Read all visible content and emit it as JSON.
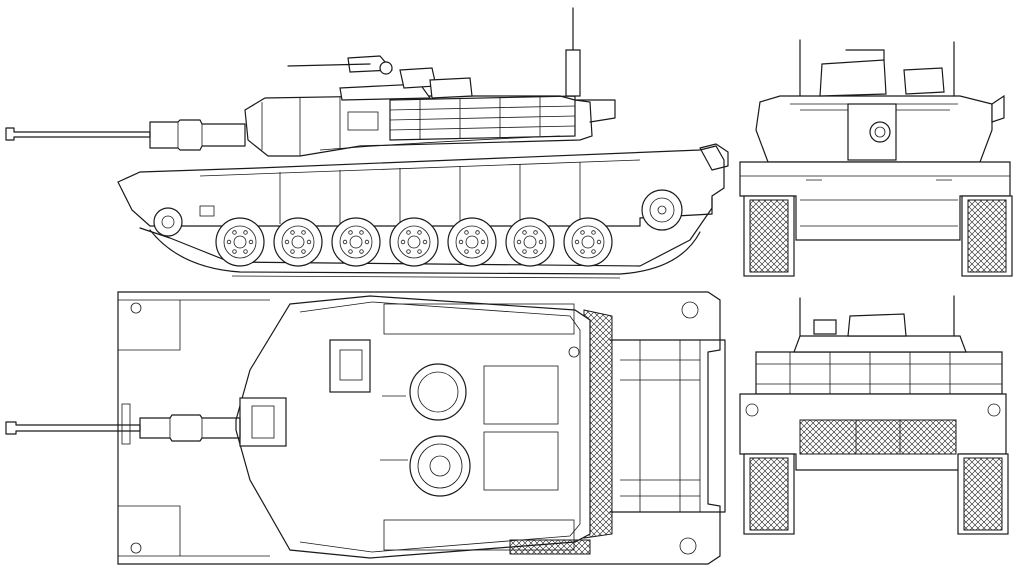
{
  "drawing": {
    "views": [
      "side-view",
      "top-view",
      "front-view",
      "rear-view"
    ],
    "subject": "main-battle-tank",
    "line_color": "#1a1a1a",
    "background": "#ffffff"
  }
}
